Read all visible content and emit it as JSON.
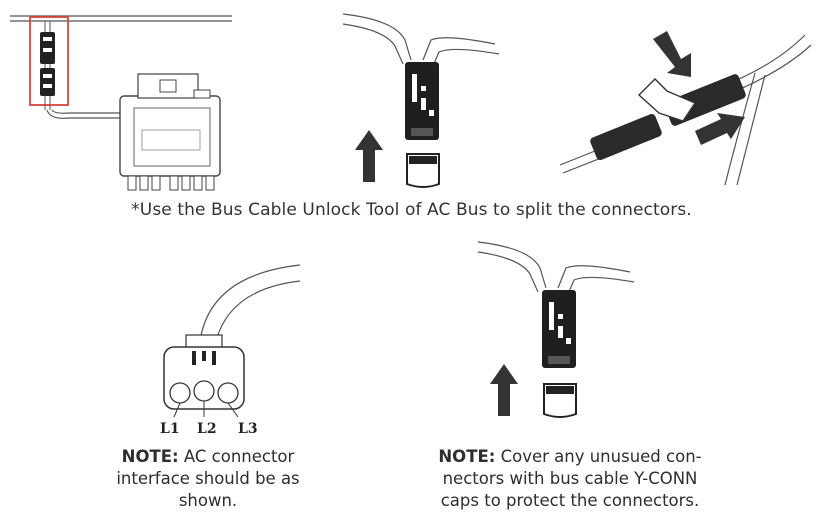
{
  "caption": "*Use the Bus Cable Unlock Tool of AC Bus to split the connectors.",
  "labels": {
    "l1": "L1",
    "l2": "L2",
    "l3": "L3"
  },
  "note_left": {
    "prefix": "NOTE:",
    "line1": " AC connector",
    "line2": "interface should be as",
    "line3": "shown."
  },
  "note_right": {
    "prefix": "NOTE:",
    "line1": " Cover any unusued con-",
    "line2": "nectors with bus cable Y-CONN",
    "line3": "caps to protect the connectors."
  },
  "colors": {
    "highlight_box": "#d9463a",
    "ink": "#222222",
    "arrow": "#333333"
  }
}
